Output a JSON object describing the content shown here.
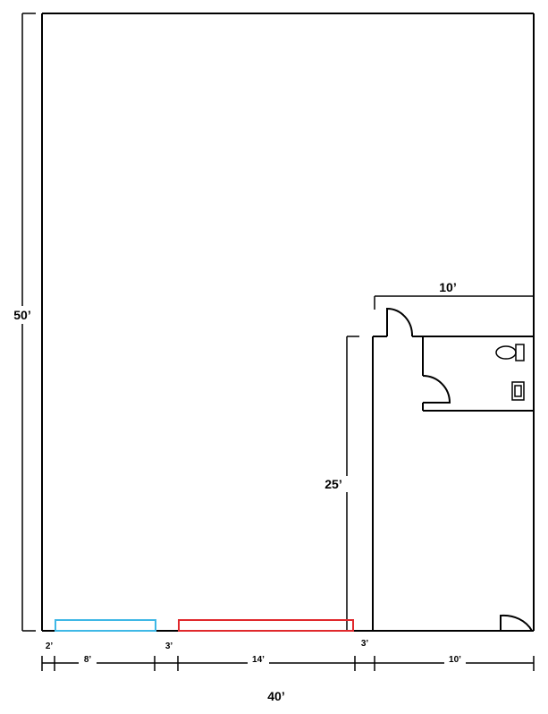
{
  "dimensions": {
    "overall_height": "50’",
    "overall_width": "40’",
    "office_width": "10’",
    "office_depth": "25’",
    "bottom_segments": [
      "2’",
      "8’",
      "3’",
      "14’",
      "3’",
      "10’"
    ]
  },
  "colors": {
    "wall": "#000000",
    "opening_blue": "#3fb8e6",
    "opening_red": "#e0282c"
  },
  "fixtures": [
    "toilet-icon",
    "sink-icon",
    "door-swing-icon"
  ]
}
